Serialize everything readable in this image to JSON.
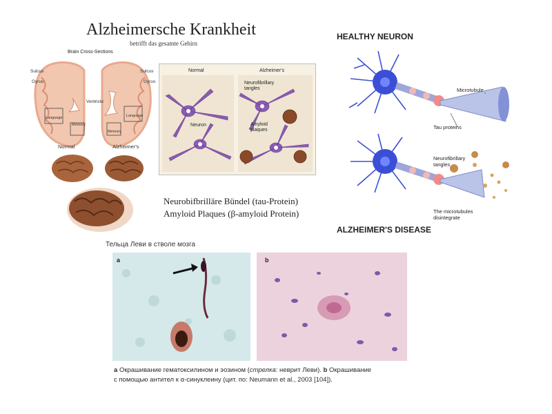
{
  "header": {
    "title": "Alzheimersche Krankheit",
    "subtitle": "betrifft das gesamte Gehirn"
  },
  "brain_section": {
    "title": "Brain Cross-Sections",
    "sulcus_left": "Sulcus",
    "gyrus_left": "Gyrus",
    "sulcus_right": "Sulcus",
    "gyrus_right": "Gyrus",
    "ventricle": "Ventricle",
    "language": "Language",
    "memory_left": "Memory",
    "memory_right": "Memory",
    "language_right": "Language",
    "normal": "Normal",
    "alzheimers": "Alzheimer's"
  },
  "neuron_panel": {
    "normal": "Normal",
    "alzheimers": "Alzheimer's",
    "neuron": "Neuron",
    "tangles": "Neurofibrillary tangles",
    "plaques": "Amyloid plaques"
  },
  "caption_de": {
    "line1": "Neurobifbrilläre Bündel (tau-Protein)",
    "line2": "Amyloid Plaques (β-amyloid Protein)"
  },
  "neuron_diagram": {
    "healthy_title": "HEALTHY NEURON",
    "microtubule": "Microtubule",
    "tau": "Tau proteins",
    "tangles": "Neurofibrillary tangles",
    "disintegrate": "The microtubules disintegrate",
    "disease_title": "ALZHEIMER'S DISEASE"
  },
  "lewy": {
    "title": "Тельца Леви в стволе мозга",
    "label_a": "a",
    "label_b": "b",
    "caption_line1_a": "a",
    "caption_line1_text1": "Окрашивание гематоксилином и эозином (",
    "caption_line1_italic": "стрелка",
    "caption_line1_text2": ": неврит Леви).",
    "caption_line1_b": "b",
    "caption_line1_text3": "Окрашивание",
    "caption_line2": "с помощью антител к α-синуклеину (цит. по: Neumann et al., 2003 [104])."
  },
  "colors": {
    "brain_pink": "#f1c7b0",
    "brain_cortex": "#e9a98e",
    "neuron_purple": "#8a5cb3",
    "plaque_brown": "#8a4a2a",
    "neuron_blue": "#3b4fd6",
    "stain_blue": "#d5e9ea",
    "stain_pink": "#ecd2dc"
  }
}
